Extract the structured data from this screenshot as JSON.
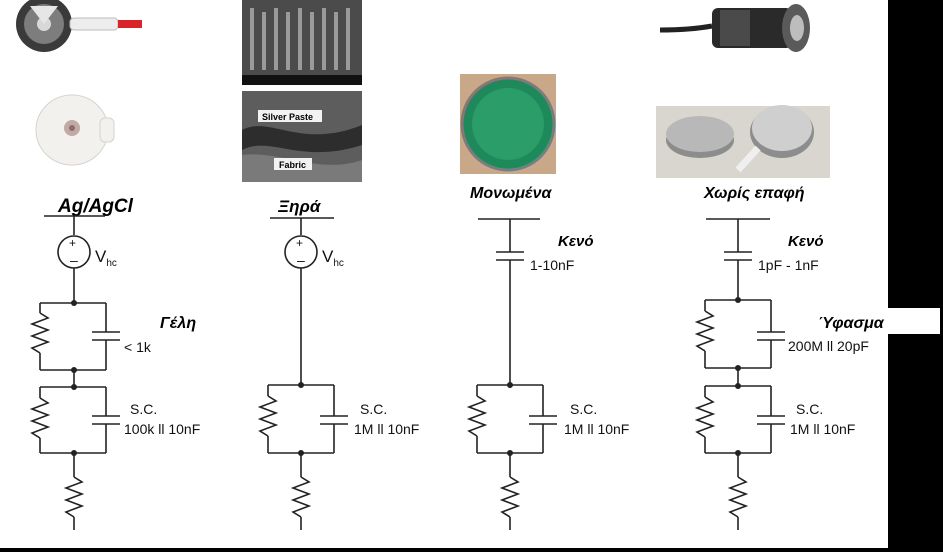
{
  "columns": [
    {
      "title": "Ag/AgCl",
      "source_label": "V",
      "source_sub": "hc",
      "layer_label": "Γέλη",
      "layer_value": "< 1k",
      "sc_label": "S.C.",
      "sc_value": "100k ll 10nF"
    },
    {
      "title": "Ξηρά",
      "source_label": "V",
      "source_sub": "hc",
      "sc_label": "S.C.",
      "sc_value": "1M ll 10nF",
      "photo_labels": [
        "Silver Paste",
        "Fabric"
      ]
    },
    {
      "title": "Μονωμένα",
      "gap_label": "Κενό",
      "gap_value": "1-10nF",
      "sc_label": "S.C.",
      "sc_value": "1M ll 10nF"
    },
    {
      "title": "Χωρίς επαφή",
      "gap_label": "Κενό",
      "gap_value": "1pF - 1nF",
      "layer_label": "Ύφασμα",
      "layer_value": "200M ll 20pF",
      "sc_label": "S.C.",
      "sc_value": "1M ll 10nF"
    }
  ]
}
